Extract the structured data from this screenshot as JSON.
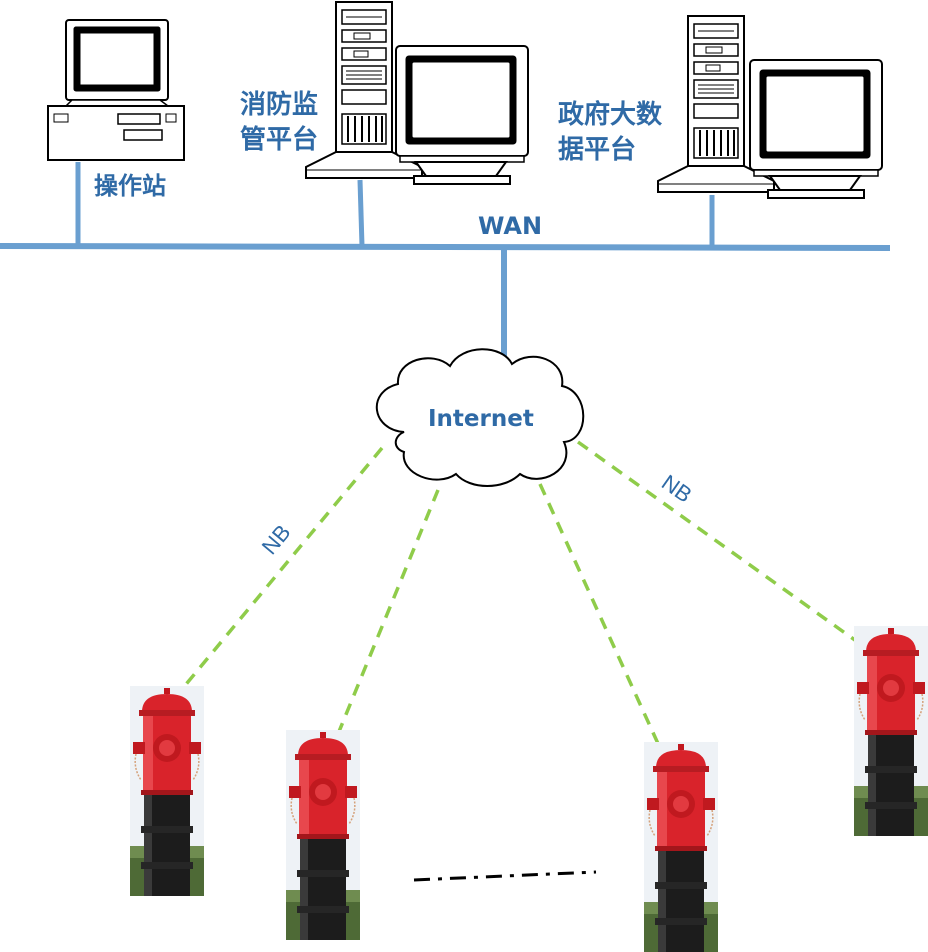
{
  "labels": {
    "operator_station": "操作站",
    "fire_platform_line1": "消防监",
    "fire_platform_line2": "管平台",
    "gov_platform_line1": "政府大数",
    "gov_platform_line2": "据平台",
    "wan": "WAN",
    "internet": "Internet",
    "nb_left": "NB",
    "nb_right": "NB"
  },
  "colors": {
    "network_line": "#6a9fd0",
    "nb_link": "#8fcc4a",
    "label_text": "#2f6aa6",
    "hydrant_red": "#d9232b",
    "hydrant_black": "#1a1a1a"
  },
  "icons": [
    "computer-icon",
    "server-icon",
    "monitor-icon",
    "cloud-icon",
    "fire-hydrant-icon"
  ]
}
